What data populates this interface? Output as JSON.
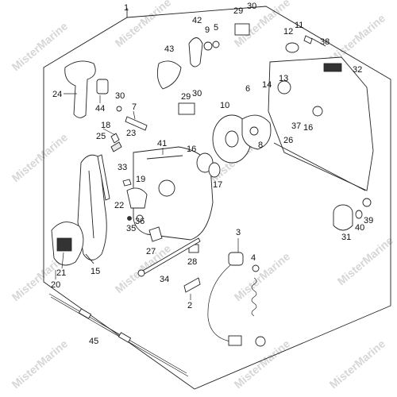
{
  "watermark": "MisterMarine",
  "callouts": [
    {
      "id": "c1",
      "text": "1"
    },
    {
      "id": "c2",
      "text": "2"
    },
    {
      "id": "c3",
      "text": "3"
    },
    {
      "id": "c4",
      "text": "4"
    },
    {
      "id": "c5",
      "text": "5"
    },
    {
      "id": "c6",
      "text": "6"
    },
    {
      "id": "c7",
      "text": "7"
    },
    {
      "id": "c8",
      "text": "8"
    },
    {
      "id": "c9",
      "text": "9"
    },
    {
      "id": "c10",
      "text": "10"
    },
    {
      "id": "c11",
      "text": "11"
    },
    {
      "id": "c12",
      "text": "12"
    },
    {
      "id": "c13",
      "text": "13"
    },
    {
      "id": "c14",
      "text": "14"
    },
    {
      "id": "c15",
      "text": "15"
    },
    {
      "id": "c16a",
      "text": "16"
    },
    {
      "id": "c16b",
      "text": "16"
    },
    {
      "id": "c17",
      "text": "17"
    },
    {
      "id": "c18",
      "text": "18"
    },
    {
      "id": "c19",
      "text": "19"
    },
    {
      "id": "c20",
      "text": "20"
    },
    {
      "id": "c21",
      "text": "21"
    },
    {
      "id": "c22",
      "text": "22"
    },
    {
      "id": "c23",
      "text": "23"
    },
    {
      "id": "c24",
      "text": "24"
    },
    {
      "id": "c25",
      "text": "25"
    },
    {
      "id": "c26",
      "text": "26"
    },
    {
      "id": "c27",
      "text": "27"
    },
    {
      "id": "c28",
      "text": "28"
    },
    {
      "id": "c29a",
      "text": "29"
    },
    {
      "id": "c29b",
      "text": "29"
    },
    {
      "id": "c30a",
      "text": "30"
    },
    {
      "id": "c30b",
      "text": "30"
    },
    {
      "id": "c30c",
      "text": "30"
    },
    {
      "id": "c31",
      "text": "31"
    },
    {
      "id": "c32",
      "text": "32"
    },
    {
      "id": "c33",
      "text": "33"
    },
    {
      "id": "c34",
      "text": "34"
    },
    {
      "id": "c35",
      "text": "35"
    },
    {
      "id": "c36",
      "text": "36"
    },
    {
      "id": "c37",
      "text": "37"
    },
    {
      "id": "c38",
      "text": "38"
    },
    {
      "id": "c39",
      "text": "39"
    },
    {
      "id": "c40",
      "text": "40"
    },
    {
      "id": "c41",
      "text": "41"
    },
    {
      "id": "c42",
      "text": "42"
    },
    {
      "id": "c43",
      "text": "43"
    },
    {
      "id": "c44",
      "text": "44"
    },
    {
      "id": "c45",
      "text": "45"
    }
  ]
}
